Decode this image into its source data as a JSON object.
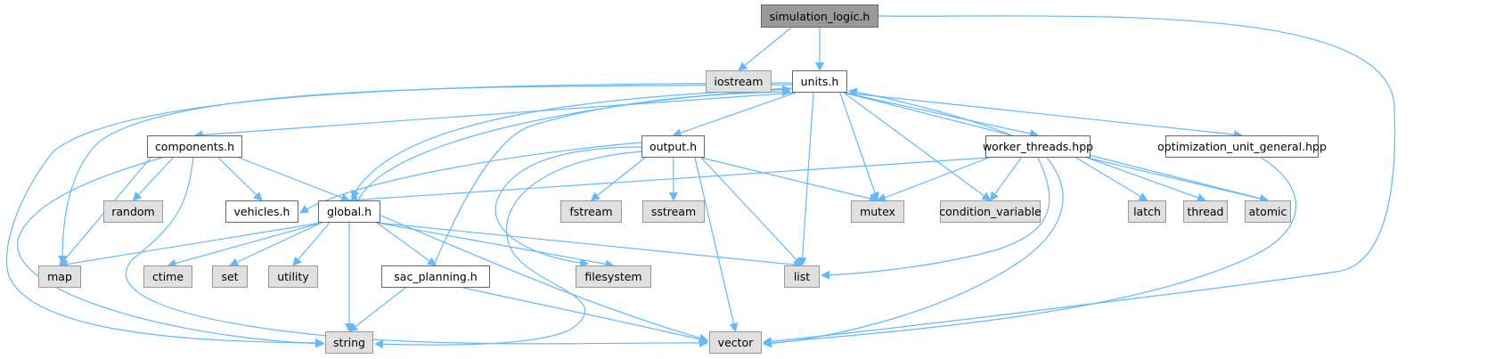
{
  "colors": {
    "edge": "#63b8ff",
    "root_fill": "#999999",
    "system_fill": "#e0e0e0",
    "local_fill": "#ffffff"
  },
  "nodes": {
    "simulation_logic": {
      "label": "simulation_logic.h",
      "kind": "root"
    },
    "iostream": {
      "label": "iostream",
      "kind": "system"
    },
    "units": {
      "label": "units.h",
      "kind": "local"
    },
    "components": {
      "label": "components.h",
      "kind": "local"
    },
    "output": {
      "label": "output.h",
      "kind": "local"
    },
    "worker_threads": {
      "label": "worker_threads.hpp",
      "kind": "local"
    },
    "optimization_unit_general": {
      "label": "optimization_unit_general.hpp",
      "kind": "local"
    },
    "random": {
      "label": "random",
      "kind": "system"
    },
    "vehicles": {
      "label": "vehicles.h",
      "kind": "local"
    },
    "global": {
      "label": "global.h",
      "kind": "local"
    },
    "fstream": {
      "label": "fstream",
      "kind": "system"
    },
    "sstream": {
      "label": "sstream",
      "kind": "system"
    },
    "mutex": {
      "label": "mutex",
      "kind": "system"
    },
    "condition_variable": {
      "label": "condition_variable",
      "kind": "system"
    },
    "latch": {
      "label": "latch",
      "kind": "system"
    },
    "thread": {
      "label": "thread",
      "kind": "system"
    },
    "atomic": {
      "label": "atomic",
      "kind": "system"
    },
    "map": {
      "label": "map",
      "kind": "system"
    },
    "ctime": {
      "label": "ctime",
      "kind": "system"
    },
    "set": {
      "label": "set",
      "kind": "system"
    },
    "utility": {
      "label": "utility",
      "kind": "system"
    },
    "sac_planning": {
      "label": "sac_planning.h",
      "kind": "local"
    },
    "filesystem": {
      "label": "filesystem",
      "kind": "system"
    },
    "list": {
      "label": "list",
      "kind": "system"
    },
    "string": {
      "label": "string",
      "kind": "system"
    },
    "vector": {
      "label": "vector",
      "kind": "system"
    }
  },
  "edges": [
    [
      "simulation_logic",
      "iostream"
    ],
    [
      "simulation_logic",
      "units"
    ],
    [
      "simulation_logic",
      "vector"
    ],
    [
      "units",
      "components"
    ],
    [
      "units",
      "output"
    ],
    [
      "units",
      "global"
    ],
    [
      "units",
      "map"
    ],
    [
      "units",
      "string"
    ],
    [
      "units",
      "list"
    ],
    [
      "units",
      "mutex"
    ],
    [
      "units",
      "condition_variable"
    ],
    [
      "units",
      "worker_threads"
    ],
    [
      "units",
      "optimization_unit_general"
    ],
    [
      "units",
      "atomic"
    ],
    [
      "components",
      "random"
    ],
    [
      "components",
      "vehicles"
    ],
    [
      "components",
      "global"
    ],
    [
      "components",
      "map"
    ],
    [
      "components",
      "string"
    ],
    [
      "components",
      "vector"
    ],
    [
      "global",
      "units"
    ],
    [
      "global",
      "map"
    ],
    [
      "global",
      "ctime"
    ],
    [
      "global",
      "set"
    ],
    [
      "global",
      "utility"
    ],
    [
      "global",
      "sac_planning"
    ],
    [
      "global",
      "string"
    ],
    [
      "global",
      "filesystem"
    ],
    [
      "global",
      "list"
    ],
    [
      "global",
      "vector"
    ],
    [
      "output",
      "vehicles"
    ],
    [
      "output",
      "fstream"
    ],
    [
      "output",
      "sstream"
    ],
    [
      "output",
      "mutex"
    ],
    [
      "output",
      "list"
    ],
    [
      "output",
      "vector"
    ],
    [
      "output",
      "filesystem"
    ],
    [
      "output",
      "string"
    ],
    [
      "worker_threads",
      "units"
    ],
    [
      "worker_threads",
      "global"
    ],
    [
      "worker_threads",
      "mutex"
    ],
    [
      "worker_threads",
      "condition_variable"
    ],
    [
      "worker_threads",
      "list"
    ],
    [
      "worker_threads",
      "vector"
    ],
    [
      "worker_threads",
      "latch"
    ],
    [
      "worker_threads",
      "thread"
    ],
    [
      "worker_threads",
      "atomic"
    ],
    [
      "optimization_unit_general",
      "vector"
    ],
    [
      "sac_planning",
      "units"
    ],
    [
      "sac_planning",
      "string"
    ],
    [
      "sac_planning",
      "vector"
    ]
  ]
}
